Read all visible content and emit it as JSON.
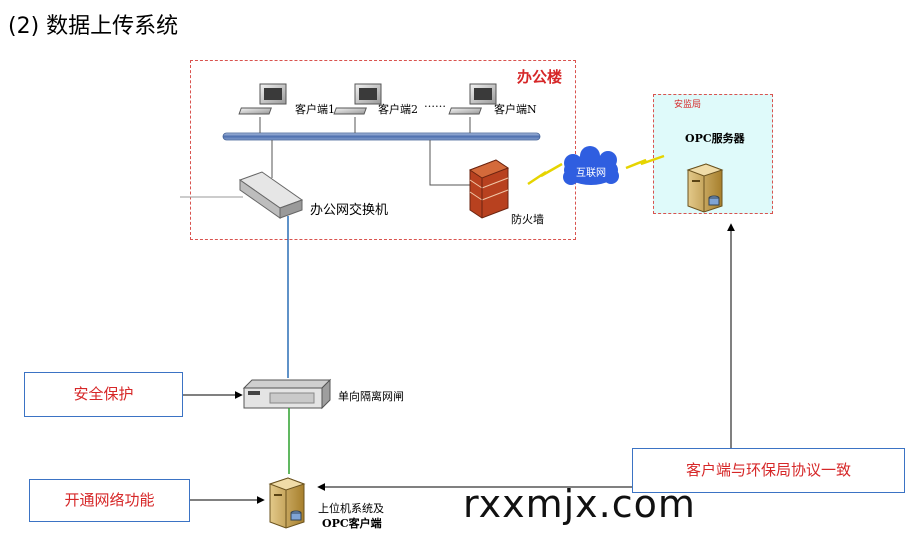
{
  "title": "(2) 数据上传系统",
  "office": {
    "zone_label": "办公楼",
    "clients": [
      "客户端1",
      "客户端2",
      "客户端N"
    ],
    "ellipsis": "……",
    "switch_label": "办公网交换机",
    "firewall_label": "防火墙"
  },
  "internet_label": "互联网",
  "agency": {
    "zone_label": "安监局",
    "server_label": "OPC服务器"
  },
  "gateway_label": "单向隔离网闸",
  "host_label_1": "上位机系统及",
  "host_label_2": "OPC客户端",
  "boxes": {
    "security": "安全保护",
    "network": "开通网络功能",
    "protocol": "客户端与环保局协议一致"
  },
  "watermark": "rxxmjx.com",
  "colors": {
    "zone_border": "#d9534f",
    "zone_fill": "#dffafa",
    "box_border": "#3b73c4",
    "box_text": "#d62728",
    "blue_link": "#2a6fb5",
    "green_link": "#2ca02c"
  }
}
